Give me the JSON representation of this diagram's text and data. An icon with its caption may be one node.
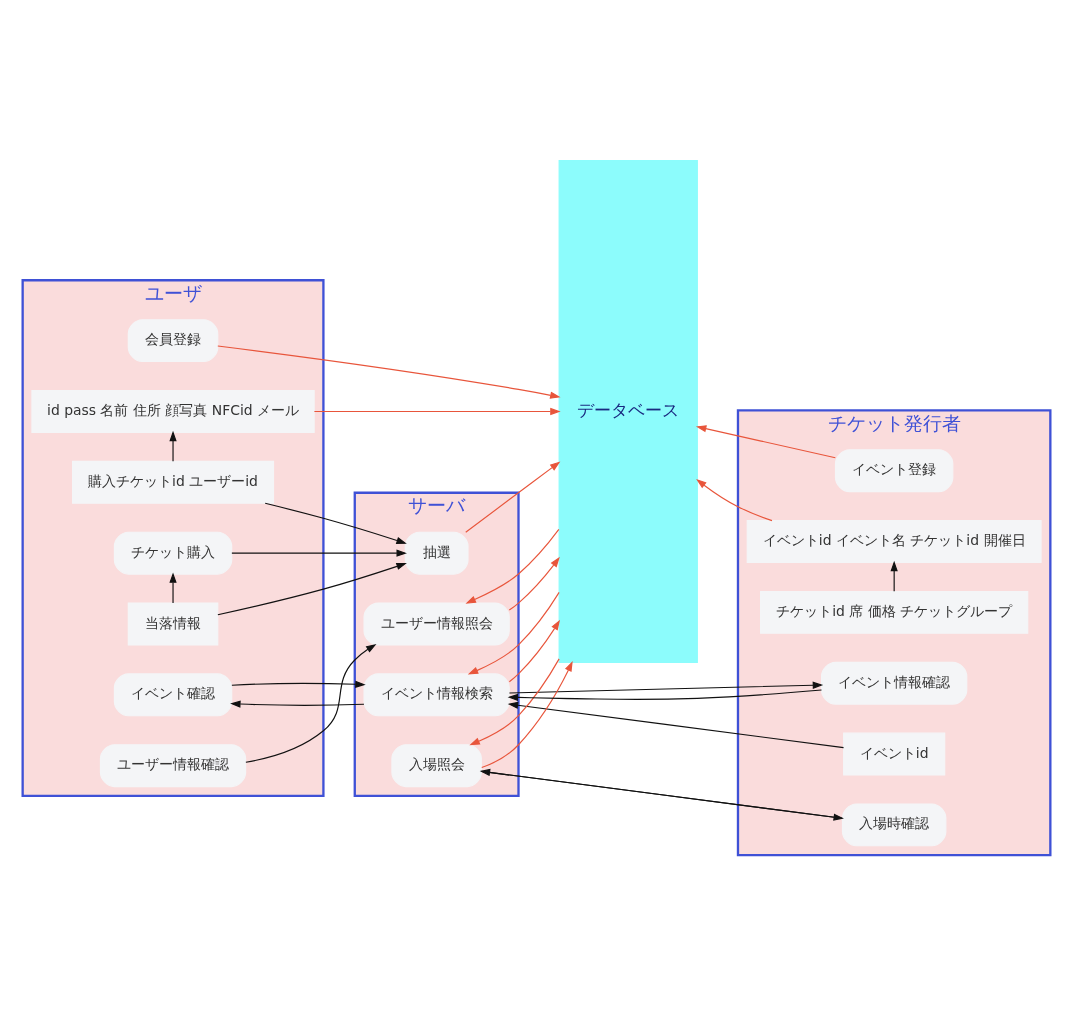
{
  "diagram": {
    "nodes": [
      {
        "text": [
          "ユーザ"
        ]
      },
      {
        "text": [
          "サーバ"
        ]
      },
      {
        "text": [
          "データベース"
        ]
      },
      {
        "text": [
          "チケット発行者"
        ]
      },
      {
        "text": [
          "会員登録"
        ],
        "in": 0
      },
      {
        "text": [
          "id pass 名前 住所 顔写真 NFCid メール"
        ],
        "in": 0
      },
      {
        "text": [
          "購入チケットid ユーザーid"
        ],
        "in": 0
      },
      {
        "text": [
          "チケット購入"
        ],
        "in": 0
      },
      {
        "text": [
          "当落情報"
        ],
        "in": 0
      },
      {
        "text": [
          "イベント確認"
        ],
        "in": 0
      },
      {
        "text": [
          "ユーザー情報確認"
        ],
        "in": 0
      },
      {
        "text": [
          "抽選"
        ],
        "in": 1
      },
      {
        "text": [
          "イベント情報検索"
        ],
        "in": 1
      },
      {
        "text": [
          "ユーザー情報照会"
        ],
        "in": 1
      },
      {
        "text": [
          "入場照会"
        ],
        "in": 1
      },
      {
        "text": [
          "イベント登録"
        ],
        "in": 3
      },
      {
        "text": [
          "イベントid イベント名 チケットid 開催日"
        ],
        "in": 3
      },
      {
        "text": [
          "チケットid 席 価格 チケットグループ"
        ],
        "in": 3
      },
      {
        "text": [
          "イベント情報確認"
        ],
        "in": 3
      },
      {
        "text": [
          "イベントid"
        ],
        "in": 3
      },
      {
        "text": [
          "入場時確認"
        ],
        "in": 3
      }
    ],
    "edges": [
      {
        "from": 4,
        "to": 2,
        "arrow": "to",
        "color": "#e8553b"
      },
      {
        "from": 5,
        "to": 2,
        "arrow": "to",
        "color": "#e8553b"
      },
      {
        "from": 6,
        "to": 5,
        "arrow": "to"
      },
      {
        "from": 6,
        "to": 11,
        "arrow": "to"
      },
      {
        "from": 7,
        "to": 11,
        "arrow": "to"
      },
      {
        "from": 8,
        "to": 11,
        "arrow": "to"
      },
      {
        "from": 8,
        "to": 7,
        "arrow": "to"
      },
      {
        "from": 11,
        "to": 2,
        "arrow": "to",
        "color": "#e8553b"
      },
      {
        "from": 15,
        "to": 2,
        "arrow": "to",
        "color": "#e8553b"
      },
      {
        "from": 16,
        "to": 2,
        "arrow": "to",
        "color": "#e8553b"
      },
      {
        "from": 17,
        "to": 16,
        "arrow": "to"
      },
      {
        "from": 12,
        "to": 2,
        "arrow": "to",
        "color": "#e8553b"
      },
      {
        "from": 2,
        "to": 12,
        "arrow": "to",
        "color": "#e8553b"
      },
      {
        "from": 12,
        "to": 9,
        "arrow": "to"
      },
      {
        "from": 9,
        "to": 12,
        "arrow": "to"
      },
      {
        "from": 12,
        "to": 18,
        "arrow": "to"
      },
      {
        "from": 18,
        "to": 12,
        "arrow": "to"
      },
      {
        "from": 19,
        "to": 12,
        "arrow": "to"
      },
      {
        "from": 10,
        "to": 13,
        "arrow": "to"
      },
      {
        "from": 13,
        "to": 2,
        "arrow": "to",
        "color": "#e8553b"
      },
      {
        "from": 2,
        "to": 13,
        "arrow": "to",
        "color": "#e8553b"
      },
      {
        "from": 14,
        "to": 2,
        "arrow": "to",
        "color": "#e8553b"
      },
      {
        "from": 2,
        "to": 14,
        "arrow": "to",
        "color": "#e8553b"
      },
      {
        "from": 14,
        "to": 20,
        "arrow": "to"
      },
      {
        "from": 20,
        "to": 14,
        "arrow": "to"
      }
    ]
  }
}
